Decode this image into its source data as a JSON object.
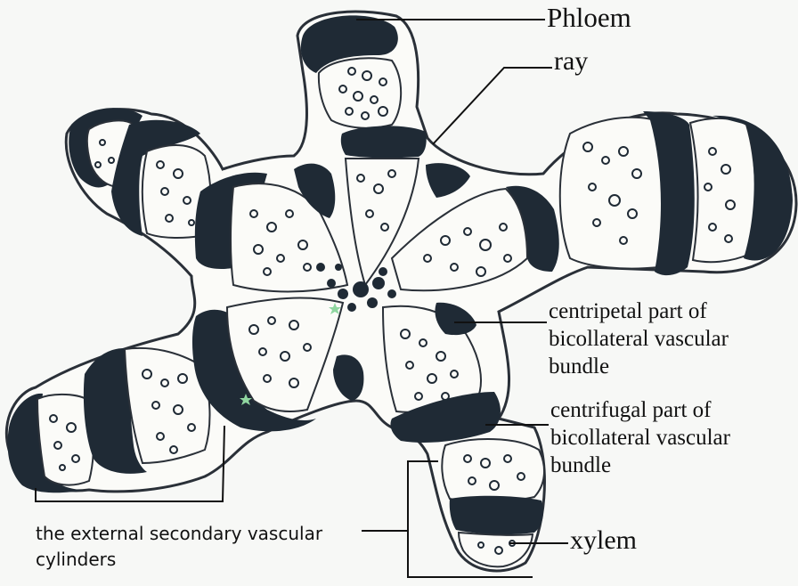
{
  "labels": {
    "phloem": "Phloem",
    "ray": "ray",
    "centripetal": [
      "centripetal part of",
      "bicollateral vascular",
      "bundle"
    ],
    "centrifugal": [
      "centrifugal part of",
      "bicollateral vascular",
      "bundle"
    ],
    "xylem": "xylem",
    "external": [
      "the external secondary vascular",
      "cylinders"
    ]
  },
  "colors": {
    "phloem_fill": "#1f2a35",
    "outline": "#2a3038",
    "background": "#f7f8f6",
    "xylem_fill": "#fbfbf8"
  }
}
